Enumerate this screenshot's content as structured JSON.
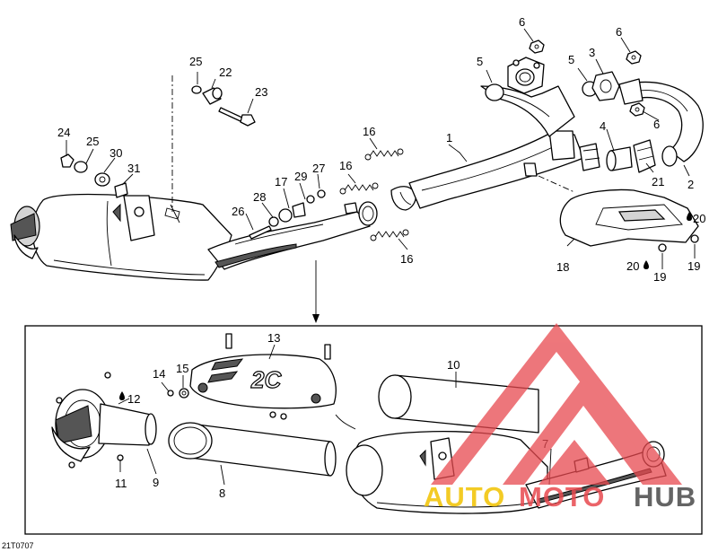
{
  "diagram": {
    "reference_code": "21T0707",
    "detail_box": "exploded-view-detail",
    "callouts": [
      {
        "id": "c1",
        "label": "1"
      },
      {
        "id": "c2",
        "label": "2"
      },
      {
        "id": "c3",
        "label": "3"
      },
      {
        "id": "c4",
        "label": "4"
      },
      {
        "id": "c5a",
        "label": "5"
      },
      {
        "id": "c5b",
        "label": "5"
      },
      {
        "id": "c6a",
        "label": "6"
      },
      {
        "id": "c6b",
        "label": "6"
      },
      {
        "id": "c6c",
        "label": "6"
      },
      {
        "id": "c7",
        "label": "7"
      },
      {
        "id": "c8",
        "label": "8"
      },
      {
        "id": "c9",
        "label": "9"
      },
      {
        "id": "c10",
        "label": "10"
      },
      {
        "id": "c11",
        "label": "11"
      },
      {
        "id": "c12",
        "label": "12"
      },
      {
        "id": "c13",
        "label": "13"
      },
      {
        "id": "c14",
        "label": "14"
      },
      {
        "id": "c15",
        "label": "15"
      },
      {
        "id": "c16a",
        "label": "16"
      },
      {
        "id": "c16b",
        "label": "16"
      },
      {
        "id": "c16c",
        "label": "16"
      },
      {
        "id": "c17",
        "label": "17"
      },
      {
        "id": "c18",
        "label": "18"
      },
      {
        "id": "c19a",
        "label": "19"
      },
      {
        "id": "c19b",
        "label": "19"
      },
      {
        "id": "c20a",
        "label": "20"
      },
      {
        "id": "c20b",
        "label": "20"
      },
      {
        "id": "c21",
        "label": "21"
      },
      {
        "id": "c22",
        "label": "22"
      },
      {
        "id": "c23",
        "label": "23"
      },
      {
        "id": "c24",
        "label": "24"
      },
      {
        "id": "c25a",
        "label": "25"
      },
      {
        "id": "c25b",
        "label": "25"
      },
      {
        "id": "c26",
        "label": "26"
      },
      {
        "id": "c27",
        "label": "27"
      },
      {
        "id": "c28",
        "label": "28"
      },
      {
        "id": "c29",
        "label": "29"
      },
      {
        "id": "c30",
        "label": "30"
      },
      {
        "id": "c31",
        "label": "31"
      }
    ]
  },
  "watermark": {
    "text": "AUTOMOTOHUB",
    "parts": [
      "AUTO",
      "MOTO",
      "HUB"
    ],
    "colors": {
      "logo": "#e8494f",
      "auto": "#f2c200",
      "moto": "#e8494f",
      "hub": "#4a4a4a"
    }
  }
}
